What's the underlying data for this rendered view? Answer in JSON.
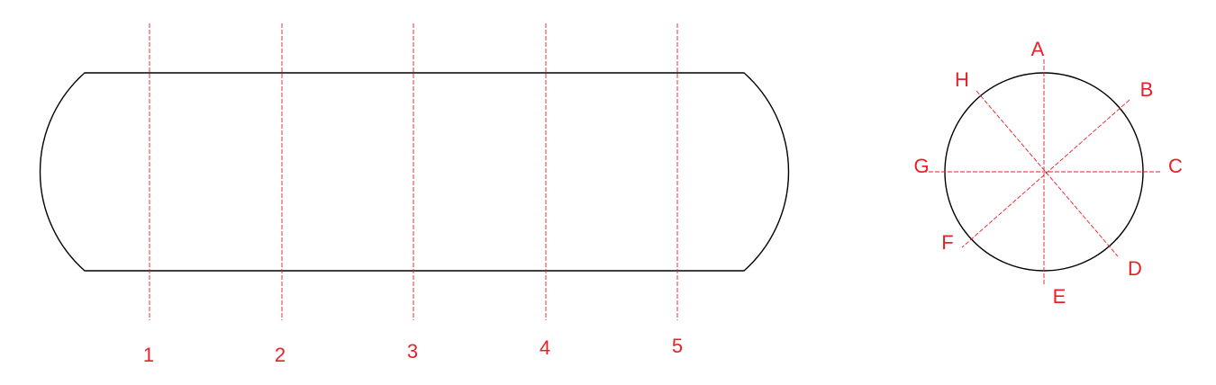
{
  "colors": {
    "outline": "#000000",
    "annotation": "#e8202a",
    "background": "#ffffff"
  },
  "side_view": {
    "section_labels": [
      "1",
      "2",
      "3",
      "4",
      "5"
    ]
  },
  "end_view": {
    "position_labels": {
      "a": "A",
      "b": "B",
      "c": "C",
      "d": "D",
      "e": "E",
      "f": "F",
      "g": "G",
      "h": "H"
    }
  }
}
